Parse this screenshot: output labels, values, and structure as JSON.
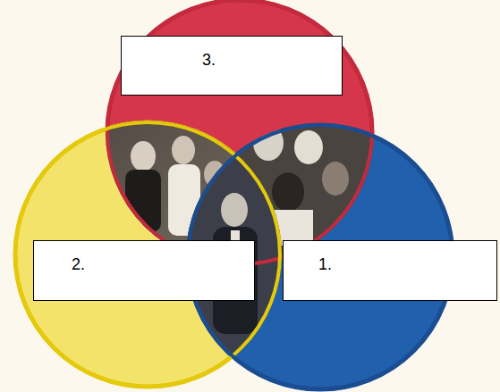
{
  "diagram": {
    "nodes": [
      {
        "text": [
          "3."
        ]
      },
      {
        "text": [
          "2."
        ]
      },
      {
        "text": [
          "1."
        ]
      }
    ]
  }
}
